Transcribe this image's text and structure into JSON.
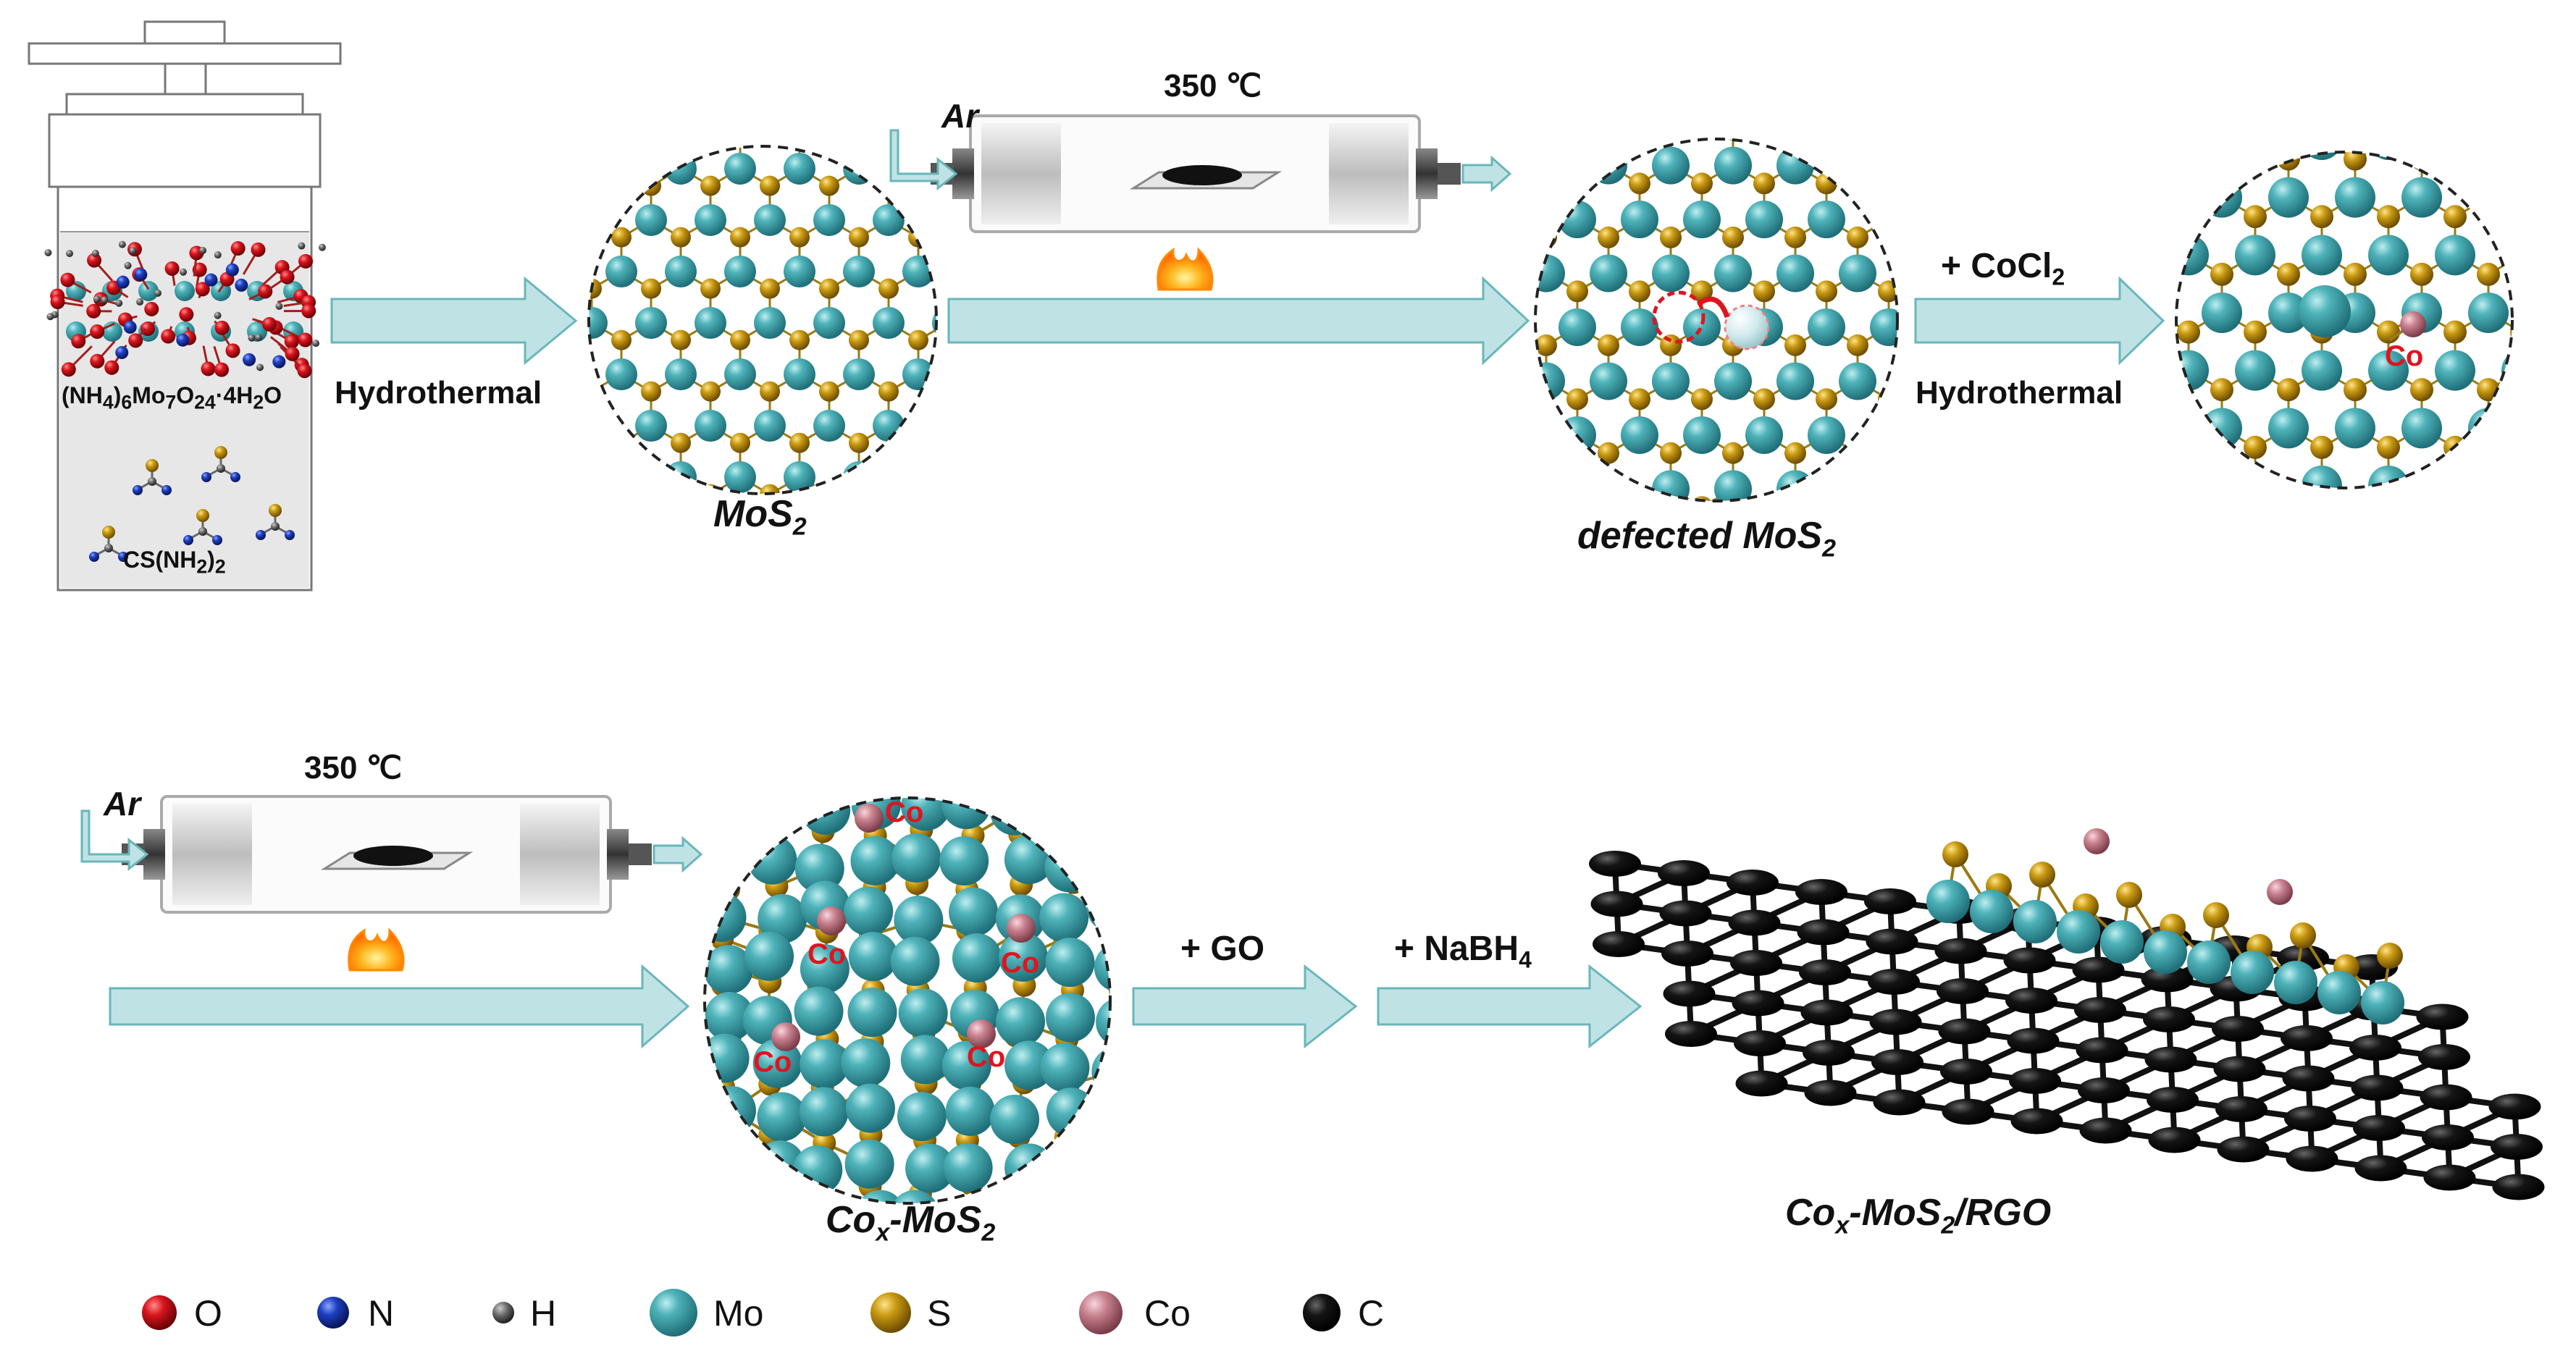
{
  "steps": {
    "hydrothermal_1": "Hydrothermal",
    "temp_1": "350 ℃",
    "ar_1": "Ar",
    "cocl2": "+ CoCl",
    "cocl2_sub": "2",
    "hydrothermal_2": "Hydrothermal",
    "temp_2": "350 ℃",
    "ar_2": "Ar",
    "go": "+ GO",
    "nabh4": "+ NaBH",
    "nabh4_sub": "4"
  },
  "precursors": {
    "molybdate": [
      "(NH",
      "4",
      ")",
      "6",
      "Mo",
      "7",
      "O",
      "24",
      "·4H",
      "2",
      "O"
    ],
    "thiourea": [
      "CS(NH",
      "2",
      ")",
      "2"
    ]
  },
  "captions": {
    "mos2": [
      "MoS",
      "2"
    ],
    "defected": [
      "defected MoS",
      "2"
    ],
    "cox": [
      "Co",
      "x",
      "-MoS",
      "2"
    ],
    "cox_rgo": [
      "Co",
      "x",
      "-MoS",
      "2",
      "/RGO"
    ]
  },
  "co_label": "Co",
  "legend": [
    {
      "symbol": "O",
      "color": "#d0141c"
    },
    {
      "symbol": "N",
      "color": "#1e3fbf"
    },
    {
      "symbol": "H",
      "color": "#555555"
    },
    {
      "symbol": "Mo",
      "color": "#3a9ba3"
    },
    {
      "symbol": "S",
      "color": "#b48a0c"
    },
    {
      "symbol": "Co",
      "color": "#c27a8a"
    },
    {
      "symbol": "C",
      "color": "#111111"
    }
  ]
}
